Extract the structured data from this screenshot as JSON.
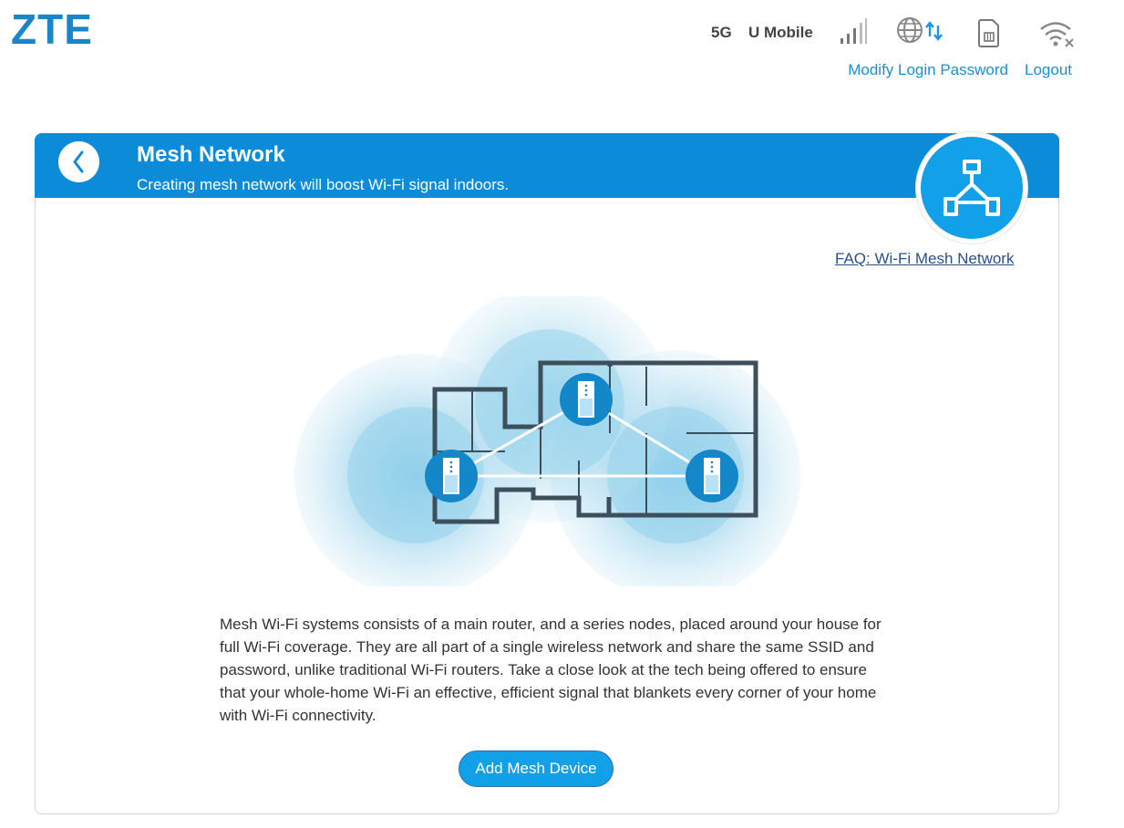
{
  "header": {
    "logo_text": "ZTE",
    "network_type": "5G",
    "carrier": "U Mobile",
    "icons": [
      "signal-bars-icon",
      "globe-data-icon",
      "sim-card-icon",
      "wifi-off-icon"
    ],
    "modify_password_label": "Modify Login Password",
    "logout_label": "Logout"
  },
  "page": {
    "title": "Mesh Network",
    "subtitle": "Creating mesh network will boost Wi-Fi signal indoors.",
    "faq_link": "FAQ: Wi-Fi Mesh Network",
    "description": "Mesh Wi-Fi systems consists of a main router, and a series nodes, placed around your house for full Wi-Fi coverage. They are all part of a single wireless network and share the same SSID and password, unlike traditional Wi-Fi routers. Take a close look at the tech being offered to ensure that your whole-home Wi-Fi an effective, efficient signal that blankets every corner of your home with Wi-Fi connectivity.",
    "add_button": "Add Mesh Device"
  },
  "colors": {
    "brand_blue": "#0b8bd8",
    "accent_blue": "#12a0e8",
    "link_blue": "#1a8fd9",
    "logo_blue": "#1a86c8"
  }
}
